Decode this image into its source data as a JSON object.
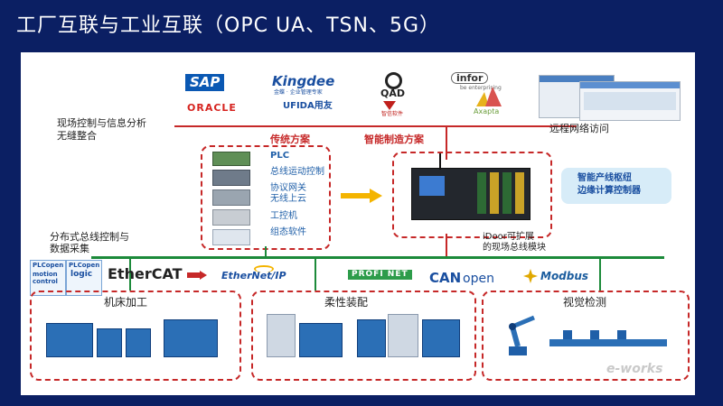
{
  "title": "工厂互联与工业互联（OPC UA、TSN、5G）",
  "top_logos": {
    "sap": "SAP",
    "kingdee": "Kingdee",
    "kingdee_sub": "金蝶 · 企业管理专家",
    "qad": "QAD",
    "infor": "infor",
    "infor_sub": "be enterprising",
    "oracle": "ORACLE",
    "ufida": "UFIDA用友",
    "yili_sub": "智信软件",
    "axapta": "Axapta"
  },
  "labels": {
    "seamless": "现场控制与信息分析\n无缝整合",
    "remote": "远程网络访问",
    "traditional": "传统方案",
    "smart": "智能制造方案",
    "distributed": "分布式总线控制与\n数据采集",
    "idoor": "iDoor可扩展\n的现场总线模块",
    "hub": "智能产线枢纽\n边缘计算控制器"
  },
  "traditional_list": [
    "PLC",
    "总线运动控制",
    "协议网关\n无线上云",
    "工控机",
    "组态软件"
  ],
  "bus_logos": {
    "plcopen1": "PLCopen",
    "motion": "motion\ncontrol",
    "plcopen2": "PLCopen",
    "logic": "logic",
    "ethercat": "EtherCAT",
    "ethernetip": "EtherNet/IP",
    "profinet": "PROFI NET",
    "canopen_can": "CAN",
    "canopen_open": "open",
    "modbus": "Modbus"
  },
  "zones": {
    "machining": "机床加工",
    "assembly": "柔性装配",
    "vision": "视觉检测"
  },
  "watermark": "e-works",
  "colors": {
    "background": "#0b1f63",
    "accent_red": "#c62828",
    "bus_green": "#1c8a3a",
    "label_blue": "#1f5fa8"
  }
}
